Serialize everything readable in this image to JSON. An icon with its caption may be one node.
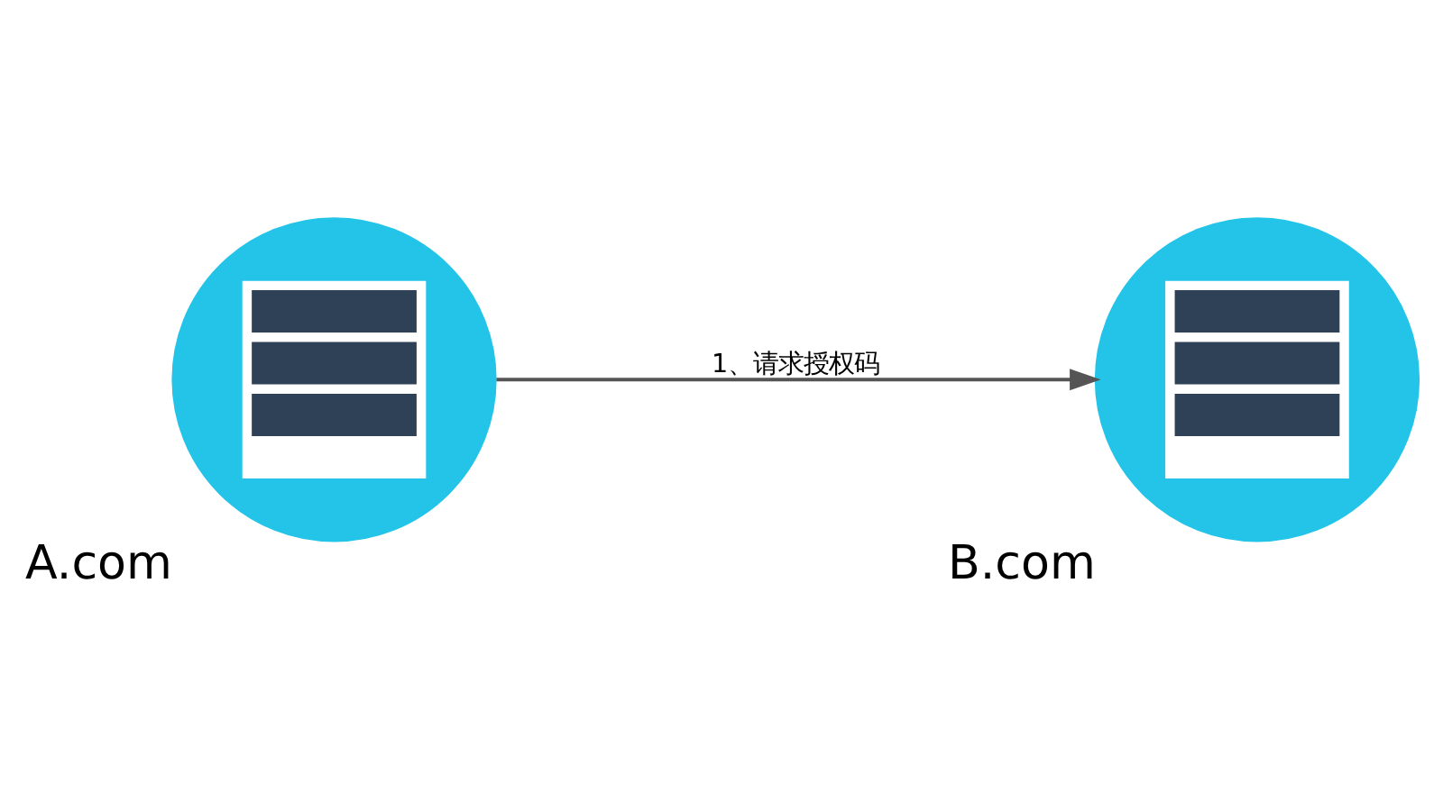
{
  "diagram": {
    "nodes": [
      {
        "text": [],
        "shape": "picture",
        "beside": [
          "A.com"
        ]
      },
      {
        "text": [],
        "shape": "picture",
        "beside": [
          "B.com"
        ]
      }
    ],
    "edges": [
      {
        "from": 0,
        "to": 1,
        "arrow": "to",
        "label": "1、请求授权码"
      }
    ]
  }
}
